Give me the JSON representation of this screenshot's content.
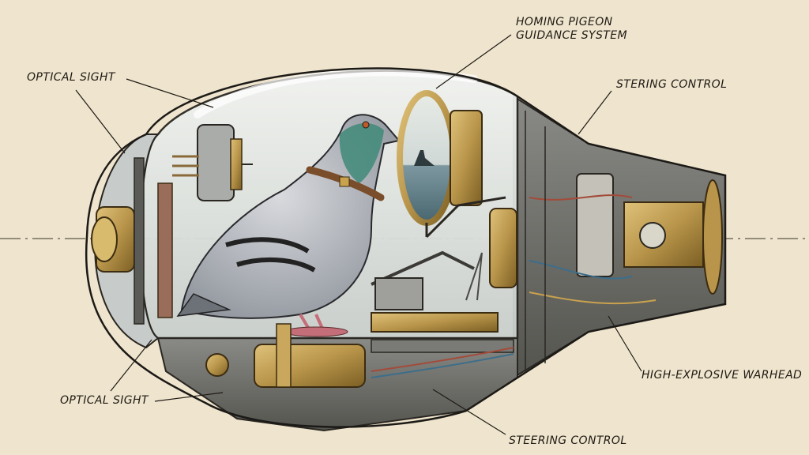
{
  "labels": {
    "homing_pigeon_line1": "HOMING PIGEON",
    "homing_pigeon_line2": "GUIDANCE SYSTEM",
    "optical_sight_top": "OPTICAL SIGHT",
    "steering_control_top": "STERING CONTROL",
    "high_explosive_warhead": "HIGH-EXPLOSIVE WARHEAD",
    "optical_sight_bottom": "OPTICAL SIGHT",
    "steering_control_bottom": "STEERING CONTROL"
  },
  "colors": {
    "paper": "#efe4cd",
    "ink": "#1f1a14",
    "brass": "#b8954a",
    "steel": "#6f6f6c",
    "glass": "#dfe3e0",
    "pigeon_body": "#b9bcc0",
    "pigeon_neck": "#3f8a78",
    "collar": "#7a4e2a"
  }
}
